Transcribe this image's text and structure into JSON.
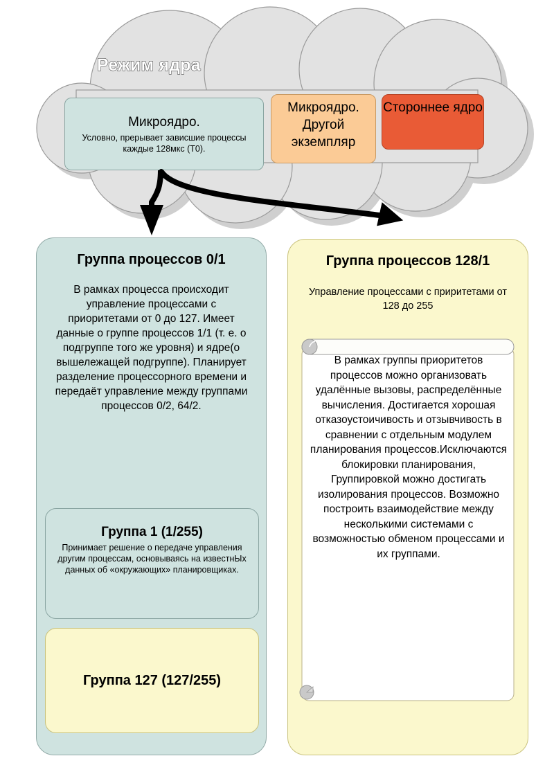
{
  "cloud": {
    "title": "Режим ядра",
    "fill": "#e2e2e2",
    "stroke": "#9a9a9a",
    "shadow": "#8e8e8e"
  },
  "kernel_boxes": [
    {
      "id": "microkernel-main",
      "title": "Микроядро.",
      "subtitle": "Условно, прерывает зависшие процессы каждые 128мкс (T0).",
      "fill": "#cfe3e0"
    },
    {
      "id": "microkernel-other",
      "title": "Микроядро. Другой экземпляр",
      "fill": "#fbcb96"
    },
    {
      "id": "foreign-kernel",
      "title": "Стороннее ядро",
      "fill": "#e95b36"
    }
  ],
  "arrows": {
    "color": "#000000",
    "left_label": "arrow-to-group-0-1",
    "right_label": "arrow-to-group-128-1"
  },
  "left_column": {
    "heading": "Группа процессов 0/1",
    "body": "В рамках процесса происходит управление процессами с приоритетами от 0 до 127. Имеет данные о группе процессов 1/1 (т. е. о подгруппе того же уровня) и ядре(о вышележащей подгруппе). Планирует разделение процессорного времени и передаёт управление между группами процессов 0/2, 64/2.",
    "fill": "#cfe3e0",
    "inner_boxes": [
      {
        "id": "group1-box",
        "title": "Группа 1 (1/255)",
        "body": "Принимает решение о передаче управления другим процессам, основываясь на известнЫх данных об «окружающих» планировщиках.",
        "fill": "#cfe3e0"
      },
      {
        "id": "group127-box",
        "title": "Группа 127 (127/255)",
        "fill": "#fbf8cd"
      }
    ]
  },
  "right_column": {
    "heading": "Группа процессов 128/1",
    "subtitle": "Управление процессами с приритетами от 128 до 255",
    "fill": "#fbf8cd",
    "scroll_panel": {
      "body": "В рамках группы приоритетов процессов можно организовать удалённые вызовы, распределённые вычисления. Достигается хорошая отказоустоичивость и отзывчивость в сравнении с отдельным модулем планирования процессов.Исключаются блокировки планирования, Группировкой можно достигать изолирования процессов. Возможно построить взаимодействие между несколькими системами с возможностью обменом процессами и их группами.",
      "fill": "#ffffff",
      "curl_color": "#bdbdbd"
    }
  }
}
